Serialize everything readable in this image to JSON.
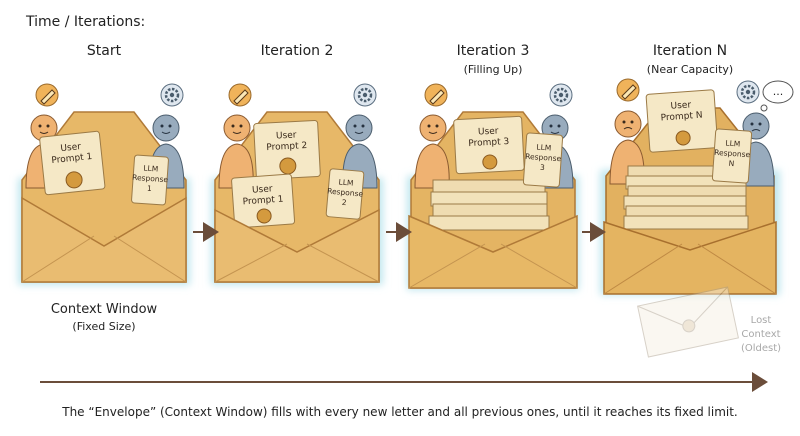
{
  "header": {
    "title": "Time / Iterations:"
  },
  "stages": [
    {
      "title": "Start",
      "subtitle": "",
      "cards": [
        {
          "kind": "prompt",
          "lines": [
            "User",
            "Prompt 1"
          ]
        },
        {
          "kind": "response",
          "lines": [
            "LLM",
            "Response",
            "1"
          ]
        }
      ]
    },
    {
      "title": "Iteration 2",
      "subtitle": "",
      "cards": [
        {
          "kind": "prompt",
          "lines": [
            "User",
            "Prompt 2"
          ]
        },
        {
          "kind": "prompt",
          "lines": [
            "User",
            "Prompt 1"
          ]
        },
        {
          "kind": "response",
          "lines": [
            "LLM",
            "Response",
            "2"
          ]
        }
      ]
    },
    {
      "title": "Iteration 3",
      "subtitle": "(Filling Up)",
      "cards": [
        {
          "kind": "prompt",
          "lines": [
            "User",
            "Prompt 3"
          ]
        },
        {
          "kind": "response",
          "lines": [
            "LLM",
            "Response",
            "3"
          ]
        }
      ]
    },
    {
      "title": "Iteration N",
      "subtitle": "(Near Capacity)",
      "cards": [
        {
          "kind": "prompt",
          "lines": [
            "User",
            "Prompt N"
          ]
        },
        {
          "kind": "response",
          "lines": [
            "LLM",
            "Response",
            "N"
          ]
        }
      ]
    }
  ],
  "context_label": {
    "title": "Context Window",
    "subtitle": "(Fixed Size)"
  },
  "lost": {
    "lines": [
      "Lost",
      "Context",
      "(Oldest)"
    ]
  },
  "thought_bubble": "...",
  "caption": "The “Envelope” (Context Window) fills with every new letter and all previous ones, until it reaches its fixed limit.",
  "colors": {
    "envelope": "#e8b96a",
    "envelope_dark": "#c98f42",
    "paper": "#f4e7c4",
    "seal": "#d49a3e",
    "glow": "#bfe6ee",
    "user_figure": "#eeb06e",
    "llm_figure": "#93a6b8",
    "icon_badge": "#f0b35a",
    "arrow": "#7a5c45"
  }
}
